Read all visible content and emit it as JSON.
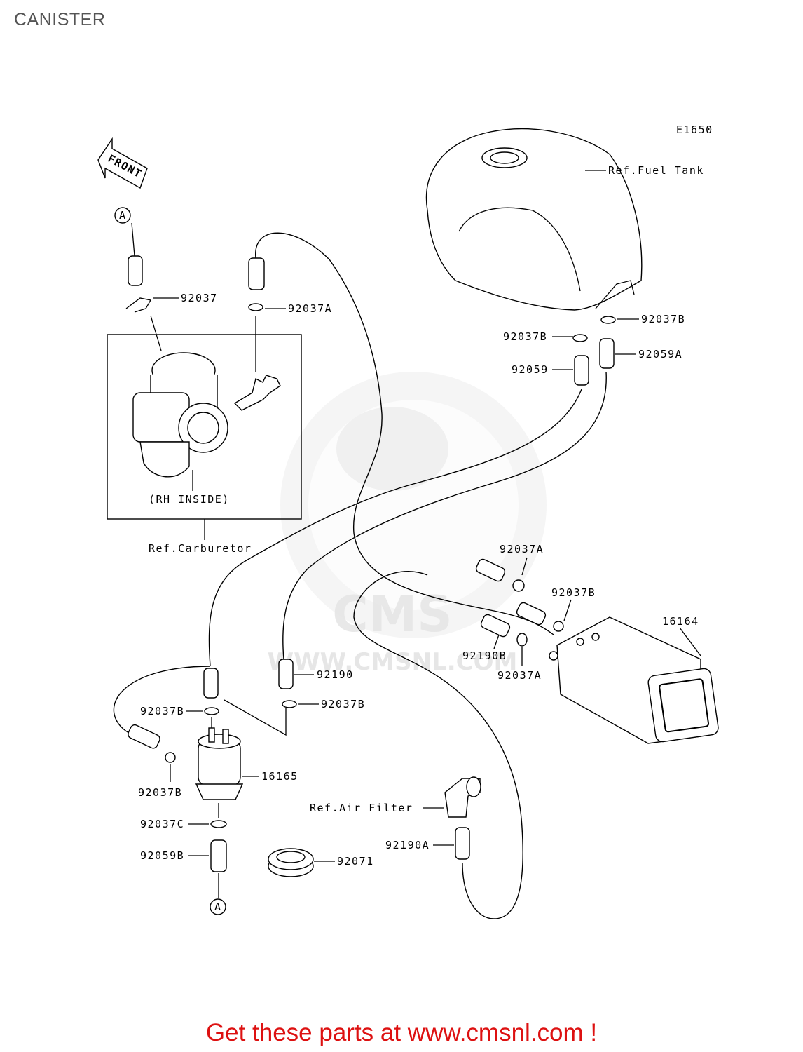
{
  "page": {
    "title": "CANISTER"
  },
  "figure": {
    "code": "E1650",
    "front_label": "FRONT",
    "marker": "A"
  },
  "references": {
    "fuel_tank": "Ref.Fuel Tank",
    "carburetor": "Ref.Carburetor",
    "rh_inside": "(RH INSIDE)",
    "air_filter": "Ref.Air Filter"
  },
  "part_labels": {
    "p92037": "92037",
    "p92037A_top": "92037A",
    "p92037B_tank": "92037B",
    "p92037B_left": "92037B",
    "p92059": "92059",
    "p92059A": "92059A",
    "p92037A_mid": "92037A",
    "p92037B_mid": "92037B",
    "p16164": "16164",
    "p92190B": "92190B",
    "p92037A_low": "92037A",
    "p92190": "92190",
    "p92037B_filter_left": "92037B",
    "p92037B_filter_right": "92037B",
    "p16165": "16165",
    "p92037B_clamp": "92037B",
    "p92037C": "92037C",
    "p92059B": "92059B",
    "p92071": "92071",
    "p92190A": "92190A"
  },
  "watermark": {
    "text": "WWW.CMSNL.COM",
    "logo": "CMS"
  },
  "footer": {
    "cta": "Get these parts at www.cmsnl.com !"
  }
}
